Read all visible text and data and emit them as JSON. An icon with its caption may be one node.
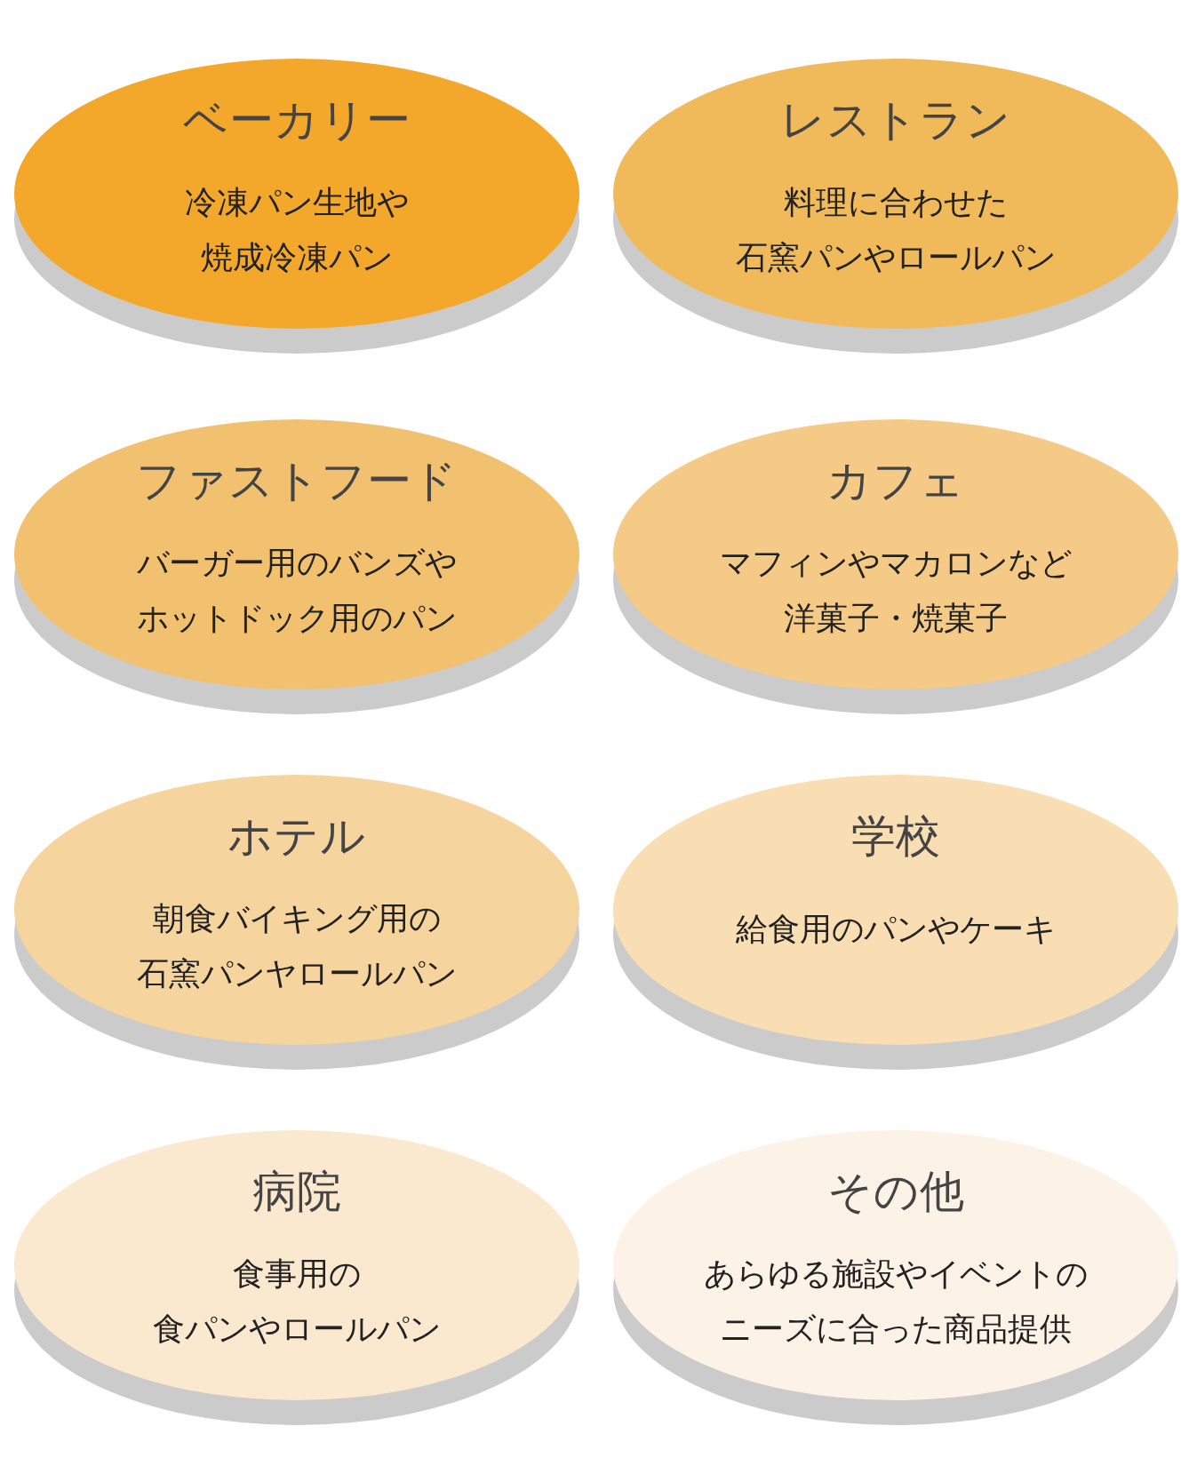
{
  "diagram": {
    "nodes": [
      {
        "text": [
          "ベーカリー",
          "冷凍パン生地や焼成冷凍パン"
        ]
      },
      {
        "text": [
          "レストラン",
          "料理に合わせた石窯パンやロールパン"
        ]
      },
      {
        "text": [
          "ファストフード",
          "バーガー用のバンズやホットドック用のパン"
        ]
      },
      {
        "text": [
          "カフェ",
          "マフィンやマカロンなど洋菓子・焼菓子"
        ]
      },
      {
        "text": [
          "ホテル",
          "朝食バイキング用の石窯パンヤロールパン"
        ]
      },
      {
        "text": [
          "学校",
          "給食用のパンやケーキ"
        ]
      },
      {
        "text": [
          "病院",
          "食事用の食パンやロールパン"
        ]
      },
      {
        "text": [
          "その他",
          "あらゆる施設やイベントのニーズに合った商品提供"
        ]
      }
    ]
  }
}
